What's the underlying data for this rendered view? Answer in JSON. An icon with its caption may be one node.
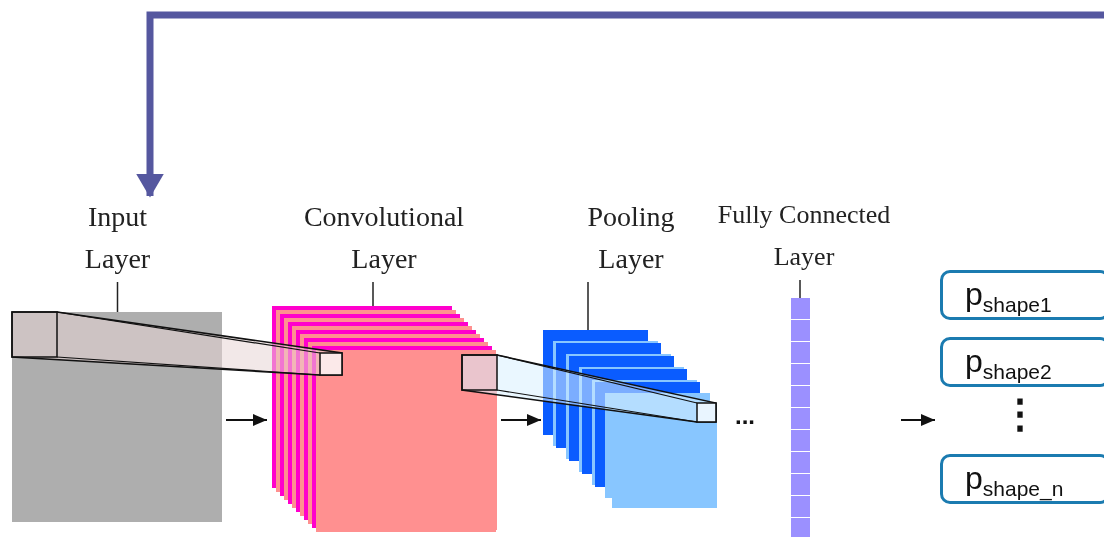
{
  "diagram": {
    "nodes": [
      {
        "text": [
          "Input Layer"
        ]
      },
      {
        "text": [
          "Convolutional Layer"
        ]
      },
      {
        "text": [
          "Pooling Layer"
        ]
      },
      {
        "text": [
          "Fully Connected Layer"
        ]
      },
      {
        "text": [
          "p$_{shape1}$"
        ]
      },
      {
        "text": [
          "p$_{shape2}$"
        ]
      },
      {
        "text": [
          "p$_{shape_n}$"
        ]
      }
    ],
    "edges": [
      {
        "from": null,
        "to": 0,
        "arrow": "to",
        "style": "thick",
        "color": "#55579f"
      },
      {
        "from": 0,
        "to": 1,
        "arrow": "to"
      },
      {
        "from": 1,
        "to": 2,
        "arrow": "to"
      },
      {
        "from": 3,
        "to": null,
        "arrow": "to"
      }
    ],
    "labels": [
      "...",
      "⋮"
    ]
  }
}
